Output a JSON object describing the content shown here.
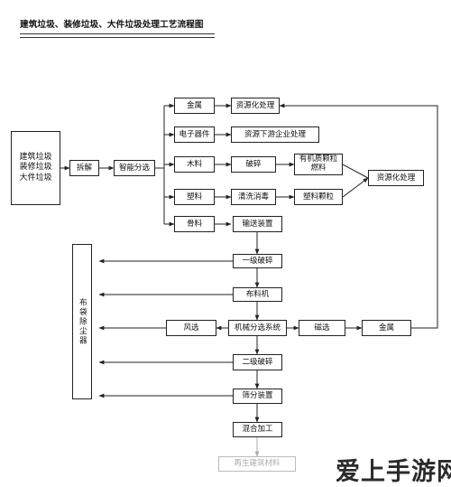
{
  "title": "建筑垃圾、装修垃圾、大件垃圾处理工艺流程图",
  "nodes": {
    "source": "建筑垃圾\n装修垃圾\n大件垃圾",
    "dismantle": "拆解",
    "smart_sort": "智能分选",
    "metal_top": "金属",
    "electronics": "电子器件",
    "wood": "木料",
    "plastic": "塑料",
    "aggregate": "骨料",
    "resource_top": "资源化处理",
    "downstream": "资源下游企业处理",
    "crush_wood": "破碎",
    "organic_fuel": "有机质颗粒\n燃料",
    "wash": "清洗消毒",
    "plastic_pellet": "塑料颗粒",
    "resource_mid": "资源化处理",
    "conveyor": "输送装置",
    "crush1": "一级破碎",
    "distributor": "布料机",
    "mech_sort": "机械分选系统",
    "air_sort": "风选",
    "magnetic": "磁选",
    "metal_bottom": "金属",
    "crush2": "二级破碎",
    "screen": "筛分装置",
    "mixing": "混合加工",
    "recycled": "再生建筑材料",
    "bag_filter": "布袋除尘器"
  },
  "watermark": "爱上手游网"
}
